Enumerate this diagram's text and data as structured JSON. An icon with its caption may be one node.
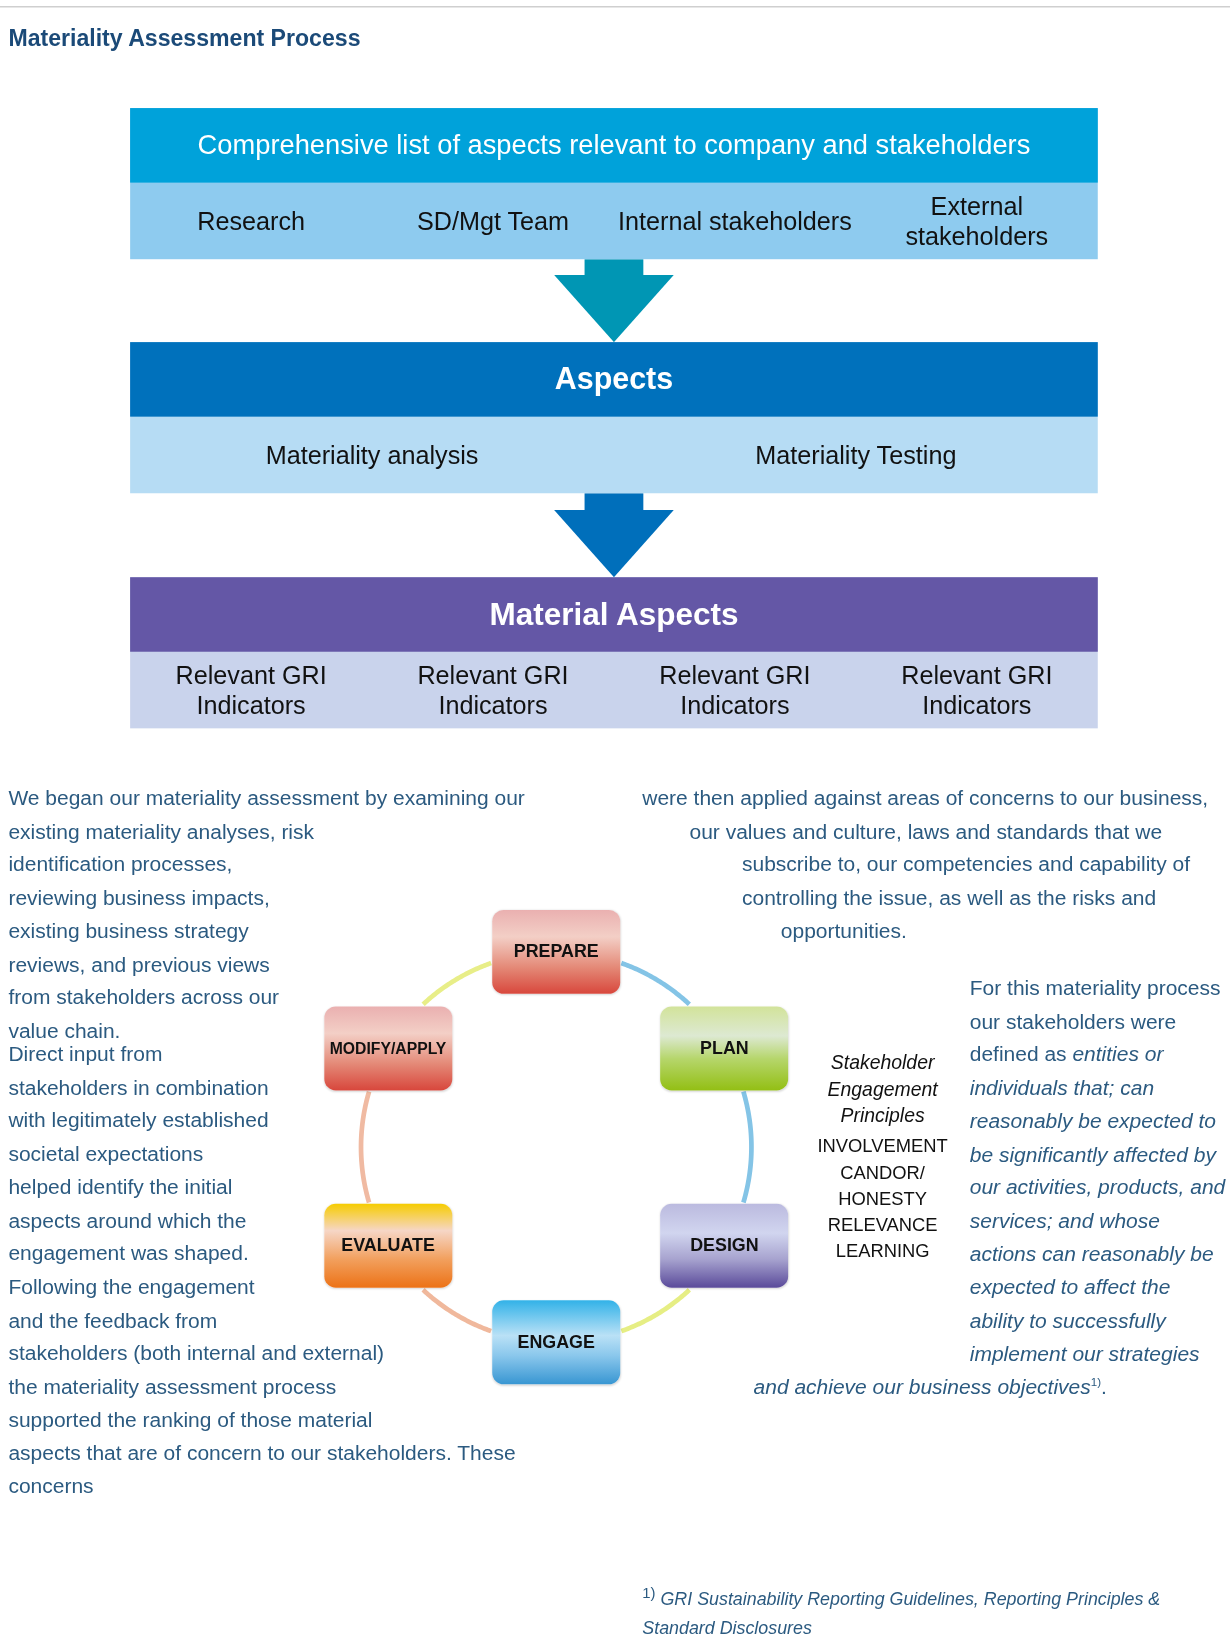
{
  "diagram": {
    "title": "Materiality Assessment Process",
    "nodes": [
      {
        "text": [
          "Comprehensive list of aspects relevant to company and stakeholders"
        ]
      },
      {
        "text": [
          "Research"
        ],
        "in": 0
      },
      {
        "text": [
          "SD/Mgt Team"
        ],
        "in": 0
      },
      {
        "text": [
          "Internal stakeholders"
        ],
        "in": 0
      },
      {
        "text": [
          "External stakeholders"
        ],
        "in": 0
      },
      {
        "text": [
          "Aspects"
        ]
      },
      {
        "text": [
          "Materiality analysis"
        ],
        "in": 5
      },
      {
        "text": [
          "Materiality Testing"
        ],
        "in": 5
      },
      {
        "text": [
          "Material Aspects"
        ]
      },
      {
        "text": [
          "Relevant GRI Indicators"
        ],
        "in": 8
      },
      {
        "text": [
          "Relevant GRI Indicators"
        ],
        "in": 8
      },
      {
        "text": [
          "Relevant GRI Indicators"
        ],
        "in": 8
      },
      {
        "text": [
          "Relevant GRI Indicators"
        ],
        "in": 8
      },
      {
        "text": [
          "PREPARE"
        ]
      },
      {
        "text": [
          "PLAN"
        ]
      },
      {
        "text": [
          "DESIGN"
        ]
      },
      {
        "text": [
          "ENGAGE"
        ]
      },
      {
        "text": [
          "EVALUATE"
        ]
      },
      {
        "text": [
          "MODIFY/APPLY"
        ]
      }
    ],
    "edges": [
      {
        "from": 0,
        "to": 5,
        "arrow": "to",
        "style": "thick",
        "color": "#0096b4"
      },
      {
        "from": 5,
        "to": 8,
        "arrow": "to",
        "style": "thick",
        "color": "#006fbb"
      },
      {
        "from": 13,
        "to": 14,
        "arrow": "none",
        "color": "#84c4e6"
      },
      {
        "from": 14,
        "to": 15,
        "arrow": "none",
        "color": "#84c4e6"
      },
      {
        "from": 15,
        "to": 16,
        "arrow": "none",
        "color": "#e6ee84"
      },
      {
        "from": 16,
        "to": 17,
        "arrow": "none",
        "color": "#f0b89c"
      },
      {
        "from": 17,
        "to": 18,
        "arrow": "none",
        "color": "#f0baa2"
      },
      {
        "from": 18,
        "to": 13,
        "arrow": "none",
        "color": "#e8ee88"
      }
    ],
    "labels": [
      "We began our materiality assessment by examining our existing materiality analyses, risk identification processes, reviewing business impacts, existing business strategy reviews, and previous views from stakeholders across our value chain.",
      "were then applied against areas of concerns to our business, our values and culture, laws and standards that we subscribe to, our competencies and capability of controlling the issue, as well as the risks and opportunities.",
      "Direct input from stakeholders in combination with legitimately established societal expectations helped identify the initial aspects around which the engagement was shaped. Following the engagement and the feedback from stakeholders (both internal and external) the materiality assessment process supported the ranking of those material aspects that are of concern to our stakeholders. These concerns",
      "For this materiality process our stakeholders were defined as *entities or individuals that; can reasonably be expected to be significantly affected by our activities, products, and services; and whose actions can reasonably be expected to affect the ability to successfully implement our strategies and achieve our business objectives*$^{1)}$.",
      "Stakeholder Engagement Principles",
      "INVOLVEMENT",
      "CANDOR/ HONESTY",
      "RELEVANCE",
      "LEARNING",
      "$^{1)}$ *GRI Sustainability Reporting Guidelines, Reporting Principles & Standard Disclosures*"
    ]
  }
}
